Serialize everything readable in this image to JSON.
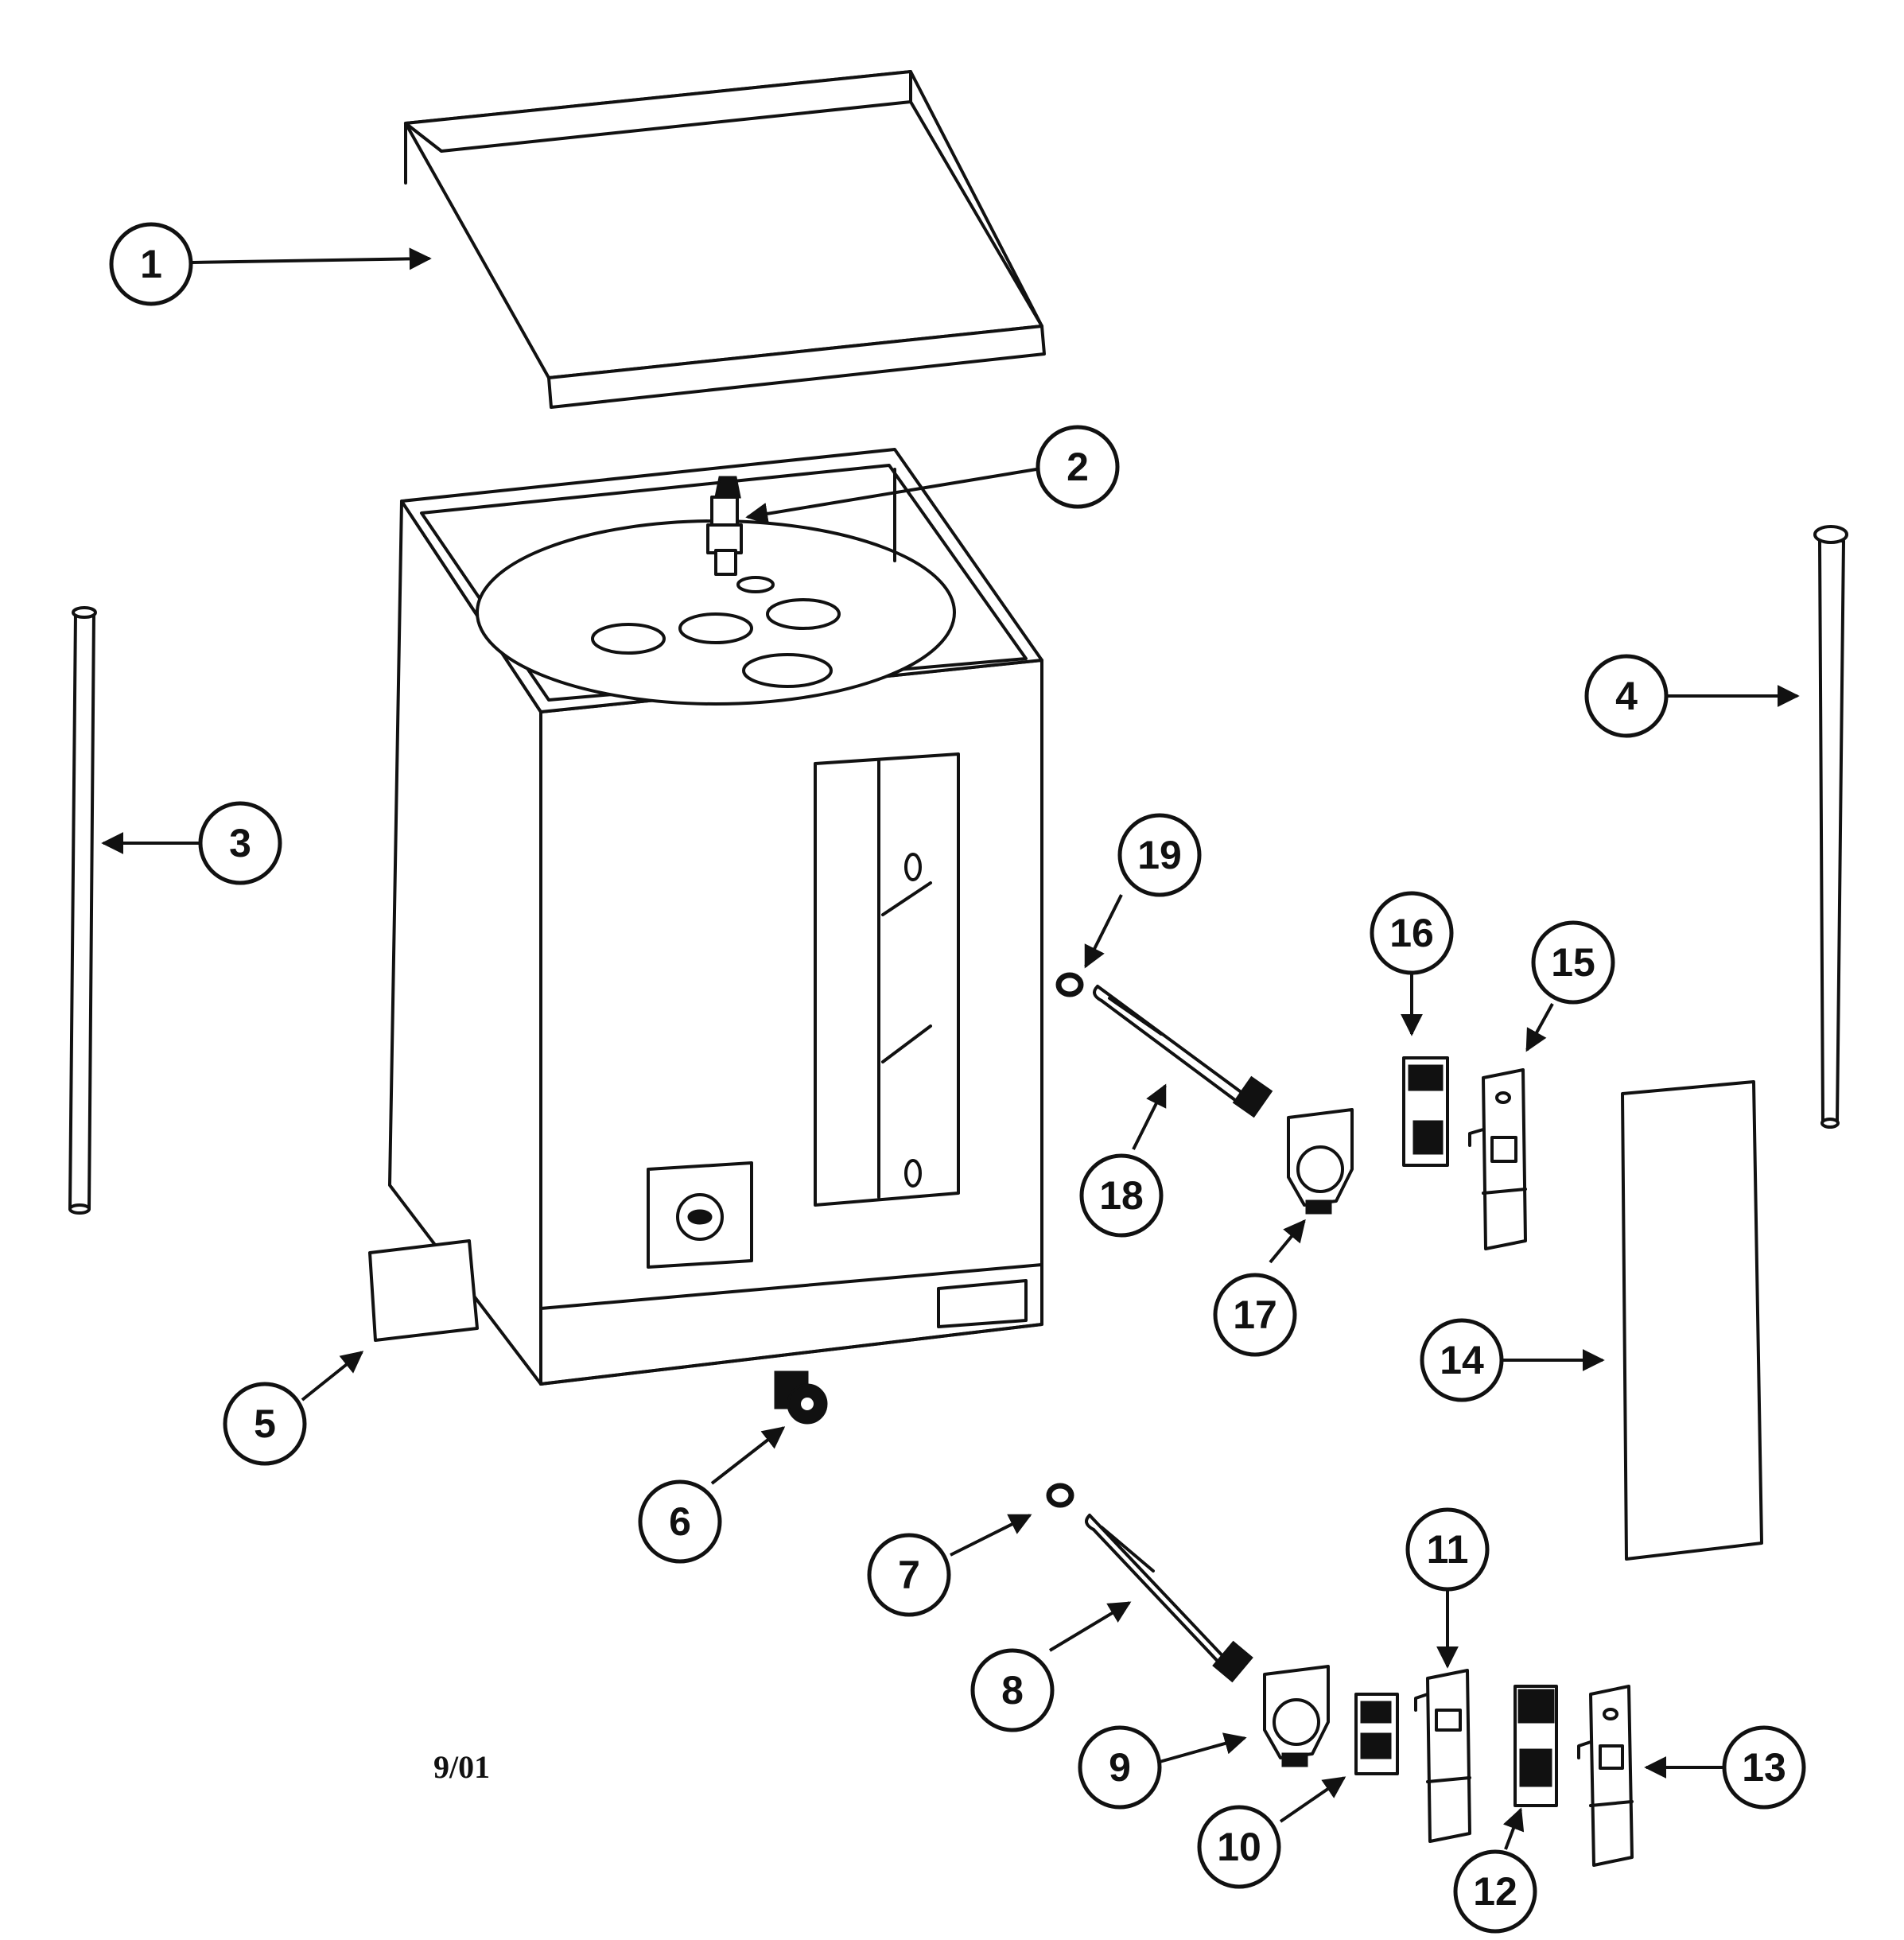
{
  "callouts": [
    {
      "id": "1",
      "label": "1"
    },
    {
      "id": "2",
      "label": "2"
    },
    {
      "id": "3",
      "label": "3"
    },
    {
      "id": "4",
      "label": "4"
    },
    {
      "id": "5",
      "label": "5"
    },
    {
      "id": "6",
      "label": "6"
    },
    {
      "id": "7",
      "label": "7"
    },
    {
      "id": "8",
      "label": "8"
    },
    {
      "id": "9",
      "label": "9"
    },
    {
      "id": "10",
      "label": "10"
    },
    {
      "id": "11",
      "label": "11"
    },
    {
      "id": "12",
      "label": "12"
    },
    {
      "id": "13",
      "label": "13"
    },
    {
      "id": "14",
      "label": "14"
    },
    {
      "id": "15",
      "label": "15"
    },
    {
      "id": "16",
      "label": "16"
    },
    {
      "id": "17",
      "label": "17"
    },
    {
      "id": "18",
      "label": "18"
    },
    {
      "id": "19",
      "label": "19"
    }
  ],
  "date_stamp": "9/01"
}
